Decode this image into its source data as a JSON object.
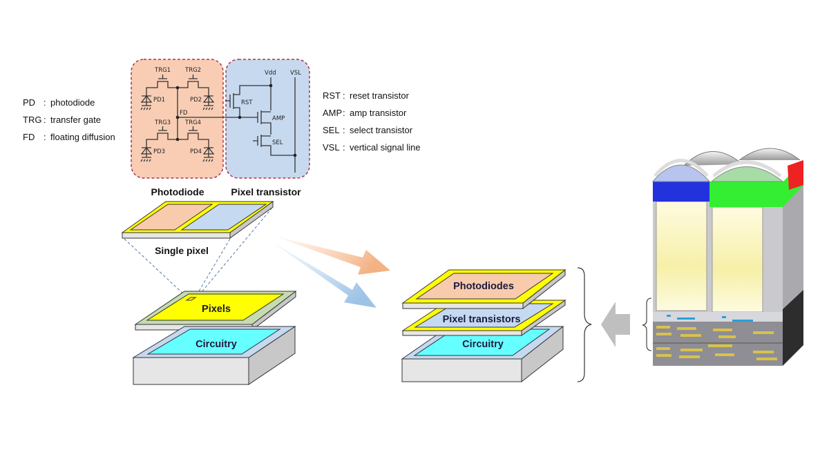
{
  "legend_left": [
    {
      "abbr": "PD",
      "sep": ":",
      "desc": "photodiode"
    },
    {
      "abbr": "TRG",
      "sep": ":",
      "desc": "transfer gate"
    },
    {
      "abbr": "FD",
      "sep": ":",
      "desc": "floating diffusion"
    }
  ],
  "legend_right": [
    {
      "abbr": "RST",
      "sep": ":",
      "desc": "reset transistor"
    },
    {
      "abbr": "AMP",
      "sep": ":",
      "desc": "amp transistor"
    },
    {
      "abbr": "SEL",
      "sep": ":",
      "desc": "select transistor"
    },
    {
      "abbr": "VSL",
      "sep": ":",
      "desc": "vertical signal line"
    }
  ],
  "circuit": {
    "trg": [
      "TRG1",
      "TRG2",
      "TRG3",
      "TRG4"
    ],
    "pd": [
      "PD1",
      "PD2",
      "PD3",
      "PD4"
    ],
    "fd": "FD",
    "vdd": "Vdd",
    "vsl": "VSL",
    "rst": "RST",
    "amp": "AMP",
    "sel": "SEL",
    "photodiode_label": "Photodiode",
    "pixel_transistor_label": "Pixel transistor"
  },
  "left_stack": {
    "single_pixel": "Single pixel",
    "pixels": "Pixels",
    "circuitry": "Circuitry"
  },
  "right_stack": {
    "photodiodes": "Photodiodes",
    "pixel_transistors": "Pixel transistors",
    "circuitry": "Circuitry"
  },
  "colors": {
    "photodiode_fill": "#f8cbad",
    "transistor_fill": "#c5d9f1",
    "yellow": "#ffff00",
    "cyan": "#66ffff",
    "dashed_border": "#b0324a",
    "filter_blue": "#2233dd",
    "filter_green": "#33ee33",
    "filter_red": "#ee2222"
  }
}
